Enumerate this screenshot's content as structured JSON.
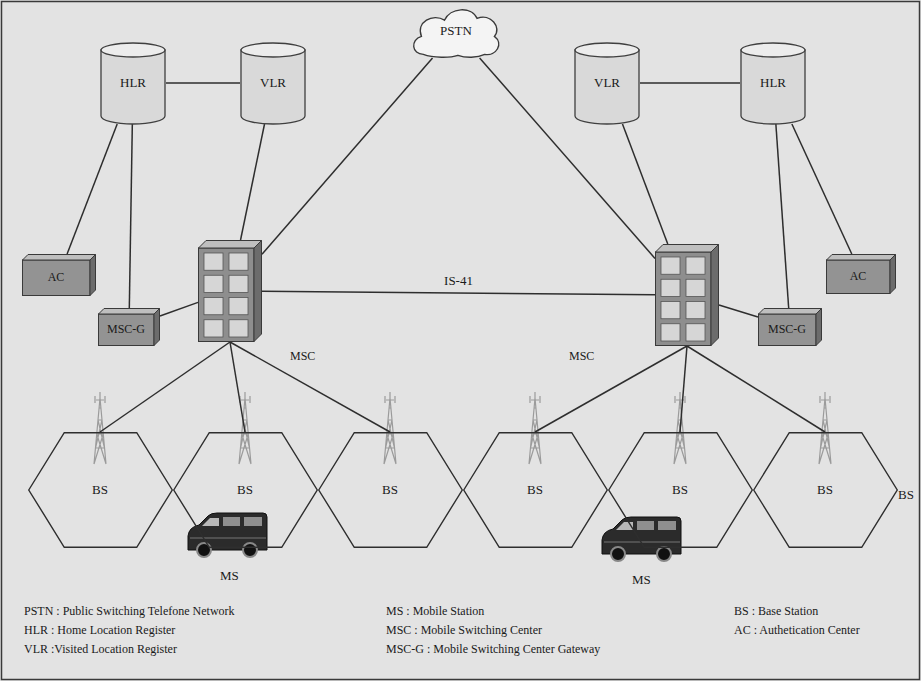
{
  "diagram": {
    "nodes": [
      {
        "text": [
          "PSTN"
        ]
      },
      {
        "text": [
          "HLR"
        ]
      },
      {
        "text": [
          "VLR"
        ]
      },
      {
        "text": [
          "VLR"
        ]
      },
      {
        "text": [
          "HLR"
        ]
      },
      {
        "text": [
          "AC"
        ]
      },
      {
        "text": [
          "AC"
        ]
      },
      {
        "text": [
          "MSC-G"
        ]
      },
      {
        "text": [
          "MSC"
        ]
      },
      {
        "text": [
          "MSC"
        ]
      },
      {
        "text": [
          "MSC-G"
        ]
      },
      {
        "text": [
          "BS"
        ]
      },
      {
        "text": [
          "BS"
        ]
      },
      {
        "text": [
          "BS"
        ]
      },
      {
        "text": [
          "BS"
        ]
      },
      {
        "text": [
          "BS"
        ]
      },
      {
        "text": [
          "BS"
        ]
      }
    ],
    "edges": [
      {
        "from": 1,
        "to": 2,
        "arrow": "none"
      },
      {
        "from": 1,
        "to": 5,
        "arrow": "none"
      },
      {
        "from": 1,
        "to": 7,
        "arrow": "none"
      },
      {
        "from": 2,
        "to": 8,
        "arrow": "none"
      },
      {
        "from": 7,
        "to": 8,
        "arrow": "none"
      },
      {
        "from": 0,
        "to": 8,
        "arrow": "none"
      },
      {
        "from": 0,
        "to": 9,
        "arrow": "none"
      },
      {
        "from": 8,
        "to": 9,
        "label": "IS-41",
        "arrow": "none"
      },
      {
        "from": 3,
        "to": 4,
        "arrow": "none"
      },
      {
        "from": 4,
        "to": 6,
        "arrow": "none"
      },
      {
        "from": 4,
        "to": 10,
        "arrow": "none"
      },
      {
        "from": 3,
        "to": 9,
        "arrow": "none"
      },
      {
        "from": 10,
        "to": 9,
        "arrow": "none"
      },
      {
        "from": 8,
        "to": 11,
        "arrow": "none"
      },
      {
        "from": 8,
        "to": 12,
        "arrow": "none"
      },
      {
        "from": 8,
        "to": 13,
        "arrow": "none"
      },
      {
        "from": 9,
        "to": 14,
        "arrow": "none"
      },
      {
        "from": 9,
        "to": 15,
        "arrow": "none"
      },
      {
        "from": 9,
        "to": 16,
        "arrow": "none"
      }
    ],
    "labels": [
      "BS",
      "MS",
      "MS",
      "PSTN : Public Switching Telefone Network",
      "MS : Mobile Station",
      "BS : Base Station",
      "HLR : Home Location Register",
      "MSC : Mobile Switching Center",
      "AC : Authetication Center",
      "VLR :Visited Location Register",
      "MSC-G : Mobile Switching Center Gateway"
    ]
  }
}
